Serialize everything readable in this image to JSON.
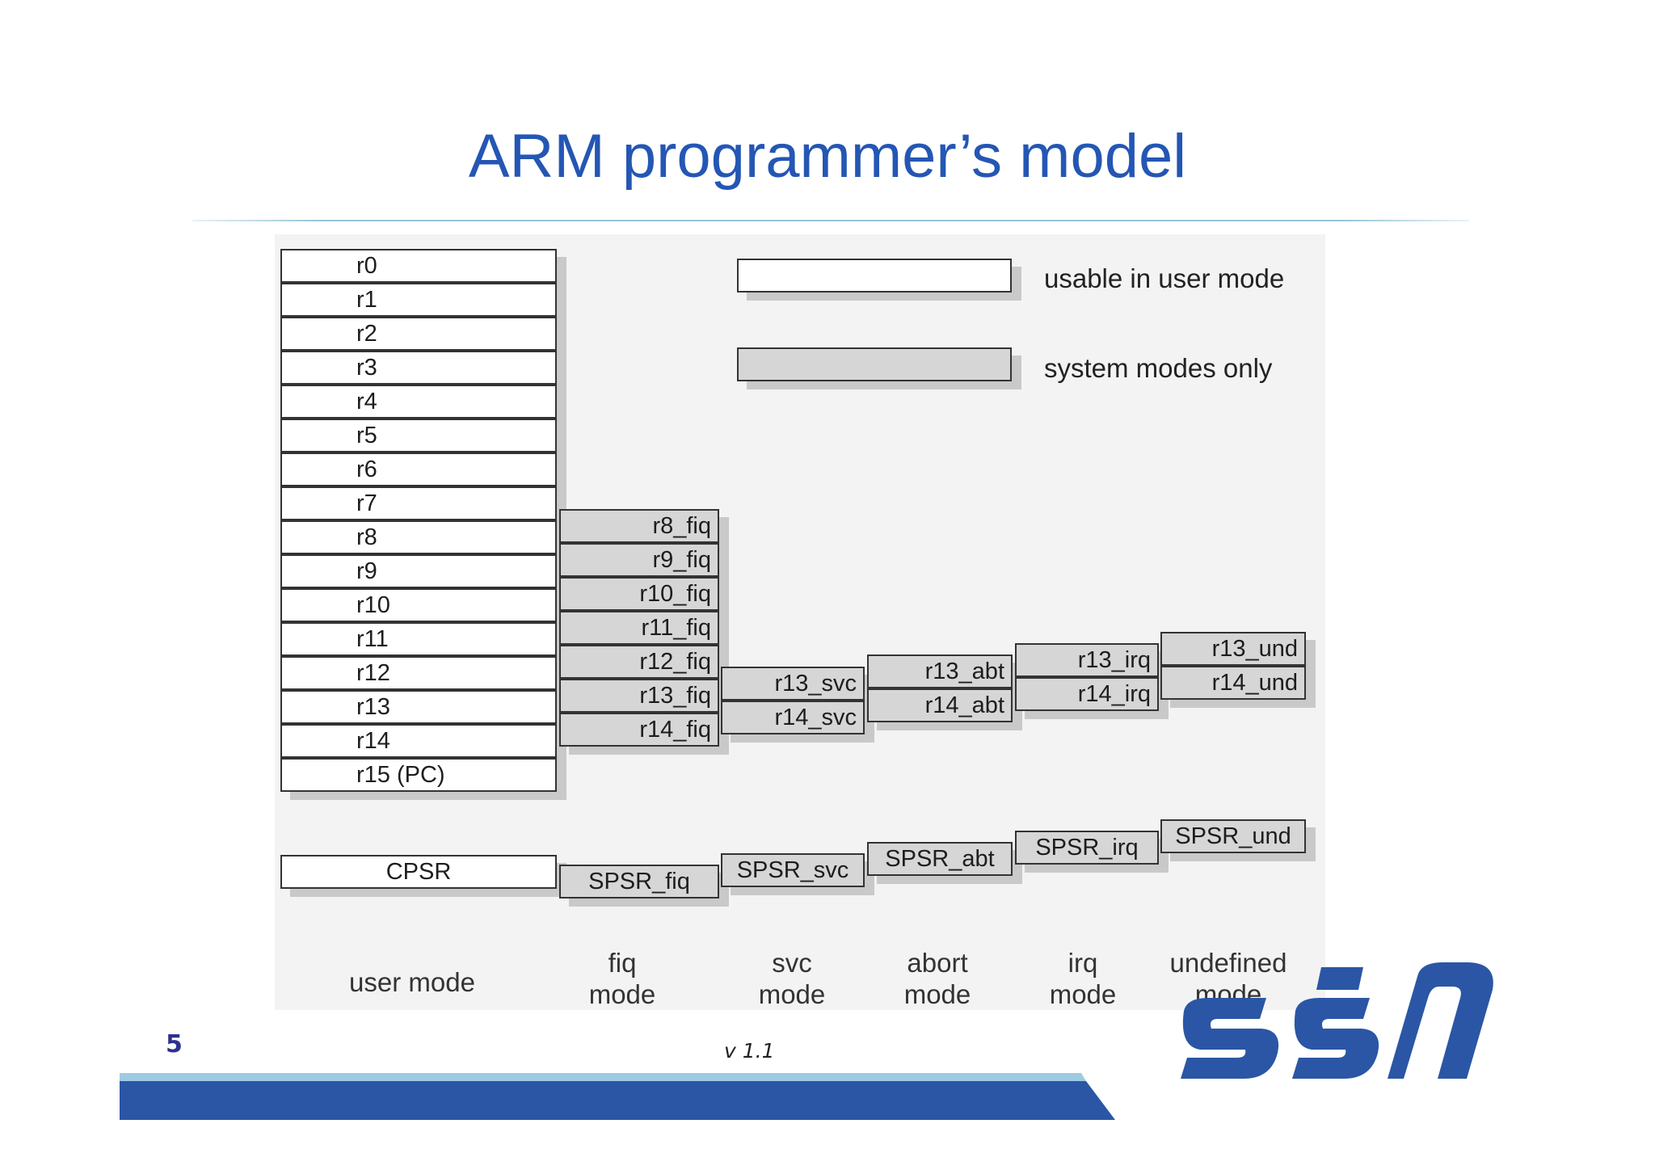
{
  "title": "ARM programmer’s model",
  "legend": {
    "user": "usable in user mode",
    "system": "system modes only"
  },
  "user_registers": [
    "r0",
    "r1",
    "r2",
    "r3",
    "r4",
    "r5",
    "r6",
    "r7",
    "r8",
    "r9",
    "r10",
    "r11",
    "r12",
    "r13",
    "r14",
    "r15 (PC)"
  ],
  "fiq_registers": [
    "r8_fiq",
    "r9_fiq",
    "r10_fiq",
    "r11_fiq",
    "r12_fiq",
    "r13_fiq",
    "r14_fiq"
  ],
  "svc_registers": [
    "r13_svc",
    "r14_svc"
  ],
  "abt_registers": [
    "r13_abt",
    "r14_abt"
  ],
  "irq_registers": [
    "r13_irq",
    "r14_irq"
  ],
  "und_registers": [
    "r13_und",
    "r14_und"
  ],
  "status_registers": {
    "cpsr": "CPSR",
    "spsr_fiq": "SPSR_fiq",
    "spsr_svc": "SPSR_svc",
    "spsr_abt": "SPSR_abt",
    "spsr_irq": "SPSR_irq",
    "spsr_und": "SPSR_und"
  },
  "modes": {
    "user": "user mode",
    "fiq": [
      "fiq",
      "mode"
    ],
    "svc": [
      "svc",
      "mode"
    ],
    "abort": [
      "abort",
      "mode"
    ],
    "irq": [
      "irq",
      "mode"
    ],
    "undefined": [
      "undefined",
      "mode"
    ]
  },
  "footer": {
    "page_number": "5",
    "version": "v 1.1"
  },
  "colors": {
    "title": "#2456b4",
    "brand_blue": "#2a56a5",
    "system_fill": "#d6d6d6"
  },
  "logo_icon": "ssn-logo"
}
